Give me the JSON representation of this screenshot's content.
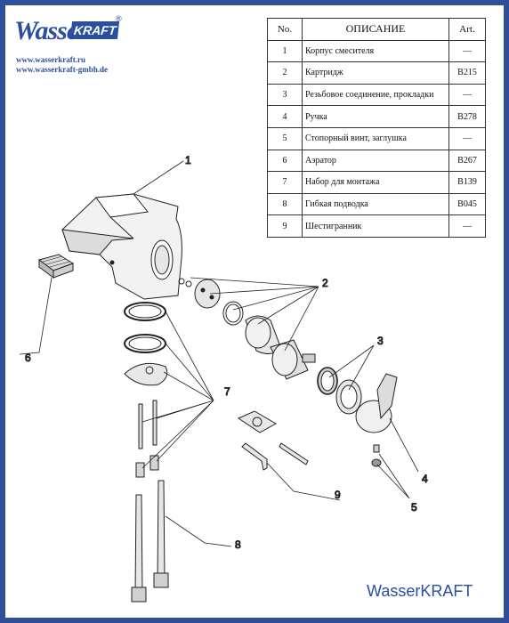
{
  "logo": {
    "text_main": "Wasser",
    "text_box": "KRAFT",
    "registered": "®"
  },
  "urls": [
    "www.wasserkraft.ru",
    "www.wasserkraft-gmbh.de"
  ],
  "table": {
    "headers": {
      "no": "No.",
      "desc": "ОПИСАНИЕ",
      "art": "Art."
    },
    "rows": [
      {
        "no": "1",
        "desc": "Корпус смесителя",
        "art": "—"
      },
      {
        "no": "2",
        "desc": "Картридж",
        "art": "B215"
      },
      {
        "no": "3",
        "desc": "Резьбовое соединение, прокладки",
        "art": "—"
      },
      {
        "no": "4",
        "desc": "Ручка",
        "art": "B278"
      },
      {
        "no": "5",
        "desc": "Стопорный винт, заглушка",
        "art": "—"
      },
      {
        "no": "6",
        "desc": "Аэратор",
        "art": "B267"
      },
      {
        "no": "7",
        "desc": "Набор для монтажа",
        "art": "B139"
      },
      {
        "no": "8",
        "desc": "Гибкая подводка",
        "art": "B045"
      },
      {
        "no": "9",
        "desc": "Шестигранник",
        "art": "—"
      }
    ]
  },
  "callouts": [
    "1",
    "2",
    "3",
    "4",
    "5",
    "6",
    "7",
    "8",
    "9"
  ],
  "brand": "WasserKRAFT",
  "colors": {
    "frame": "#2f4f9a",
    "brand": "#2a4f9e",
    "line": "#222222"
  }
}
